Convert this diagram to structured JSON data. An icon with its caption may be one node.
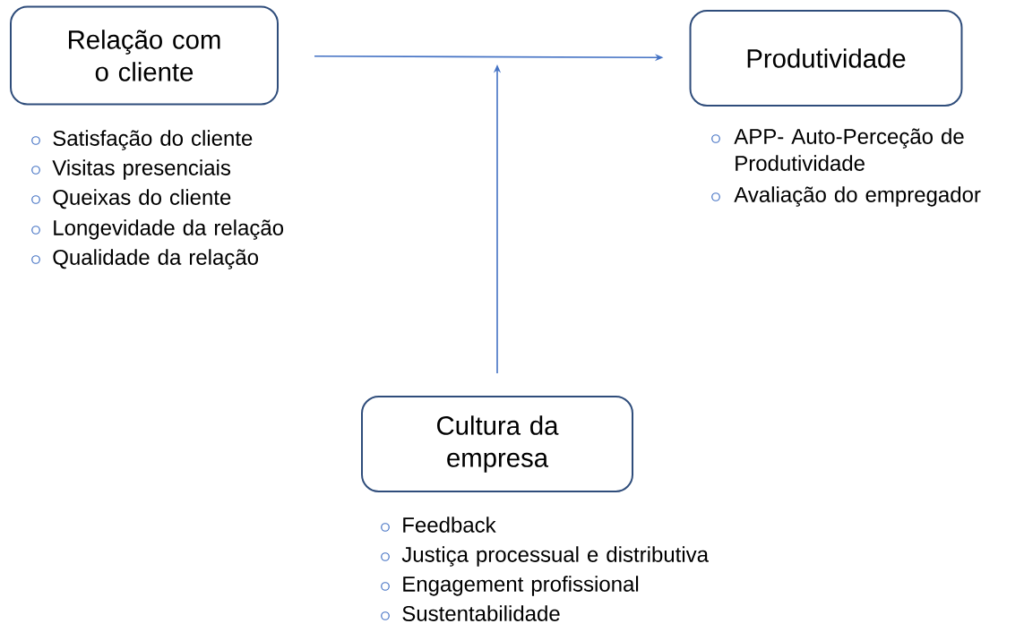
{
  "diagram": {
    "nodes": [
      {
        "text": [
          "Relação com o cliente"
        ],
        "beside": [
          "Satisfação do cliente",
          "Visitas presenciais",
          "Queixas do cliente",
          "Longevidade da relação",
          "Qualidade da relação"
        ]
      },
      {
        "text": [
          "Produtividade"
        ],
        "beside": [
          "APP- Auto-Perceção de Produtividade",
          "Avaliação do empregador"
        ]
      },
      {
        "text": [
          "Cultura da empresa"
        ],
        "beside": [
          "Feedback",
          "Justiça processual e distributiva",
          "Engagement profissional",
          "Sustentabilidade"
        ]
      }
    ],
    "edges": [
      {
        "from": 0,
        "to": 1,
        "arrow": "to"
      },
      {
        "from": 2,
        "to": null,
        "arrow": "to"
      }
    ]
  }
}
